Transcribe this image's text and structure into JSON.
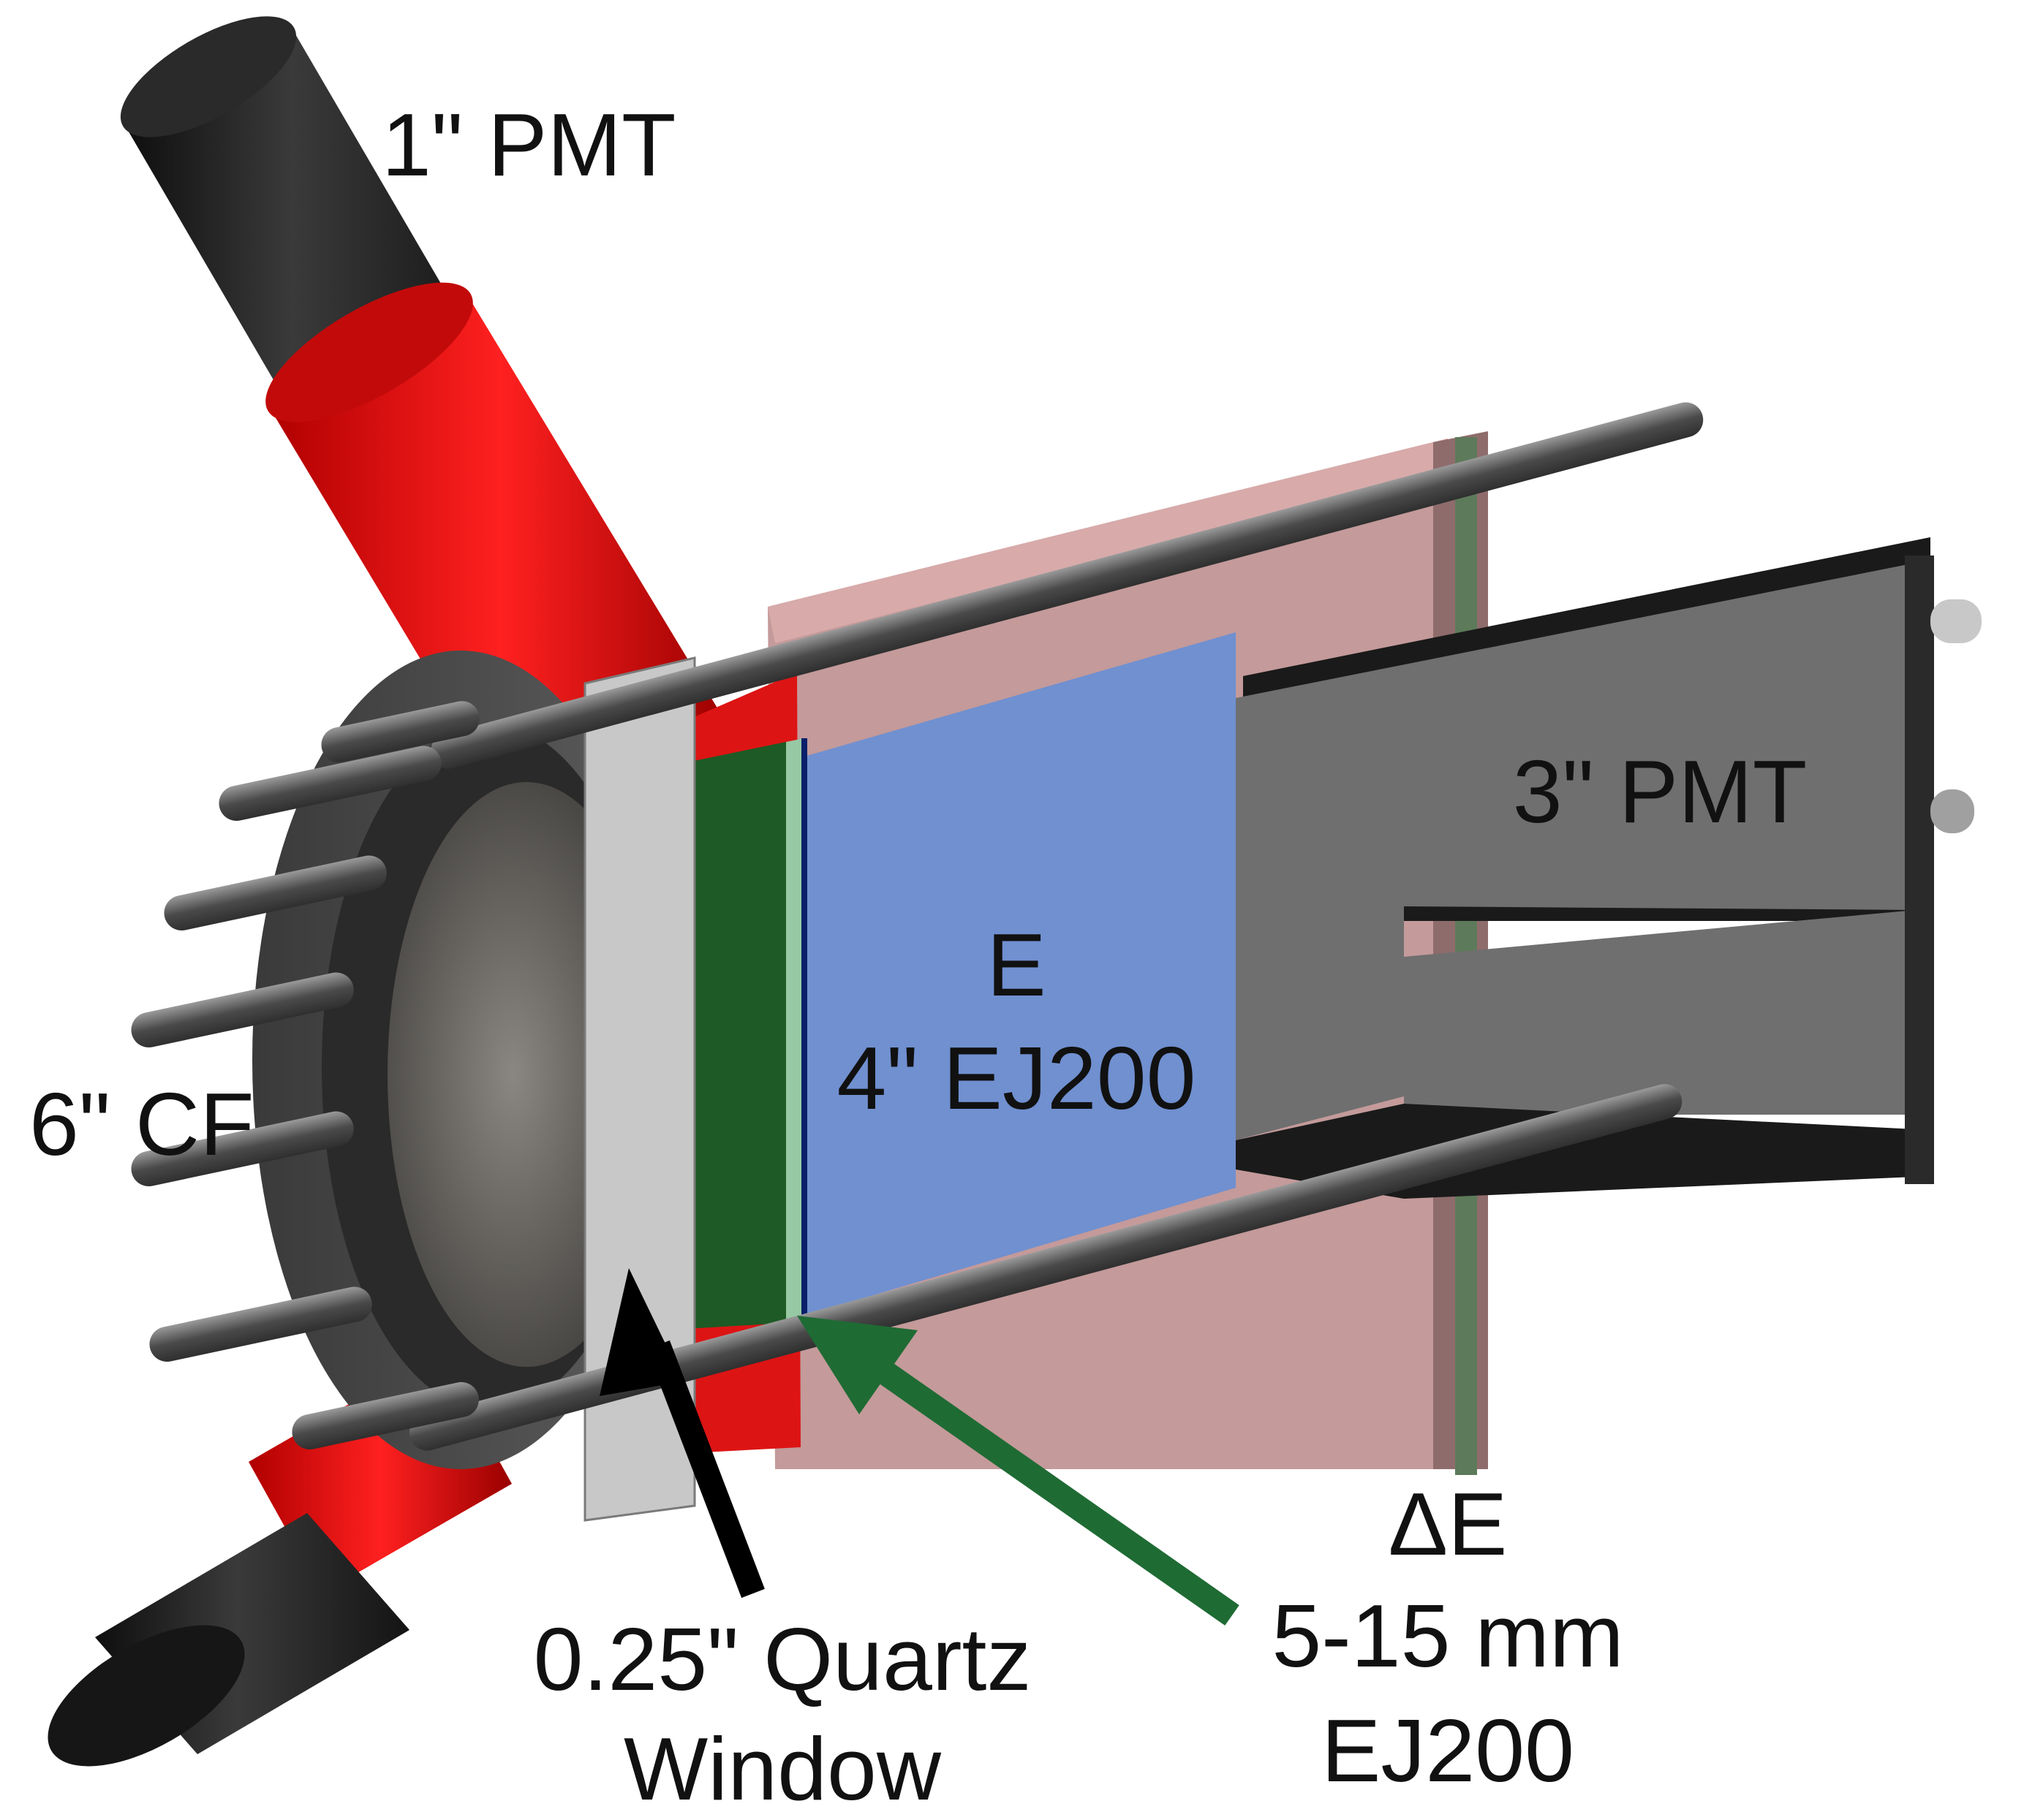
{
  "labels": {
    "pmt_small": "1\" PMT",
    "pmt_large": "3\" PMT",
    "flange": "6\" CF",
    "e_title": "E",
    "e_material": "4\" EJ200",
    "de_title": "ΔE",
    "de_thickness": "5-15 mm",
    "de_material": "EJ200",
    "quartz_line1": "0.25\" Quartz",
    "quartz_line2": "Window"
  },
  "colors": {
    "pmt_black": "#1f1f1f",
    "red_housing": "#d40d0d",
    "pink_housing": "#c99999",
    "e_scintillator": "#6f8fd0",
    "de_scintillator": "#1f5a24",
    "quartz": "#d9d9d9",
    "rod": "#6b6b6b",
    "pmt_gray": "#6e6e6e",
    "arrow_black": "#000000",
    "arrow_green": "#1f6b34"
  }
}
